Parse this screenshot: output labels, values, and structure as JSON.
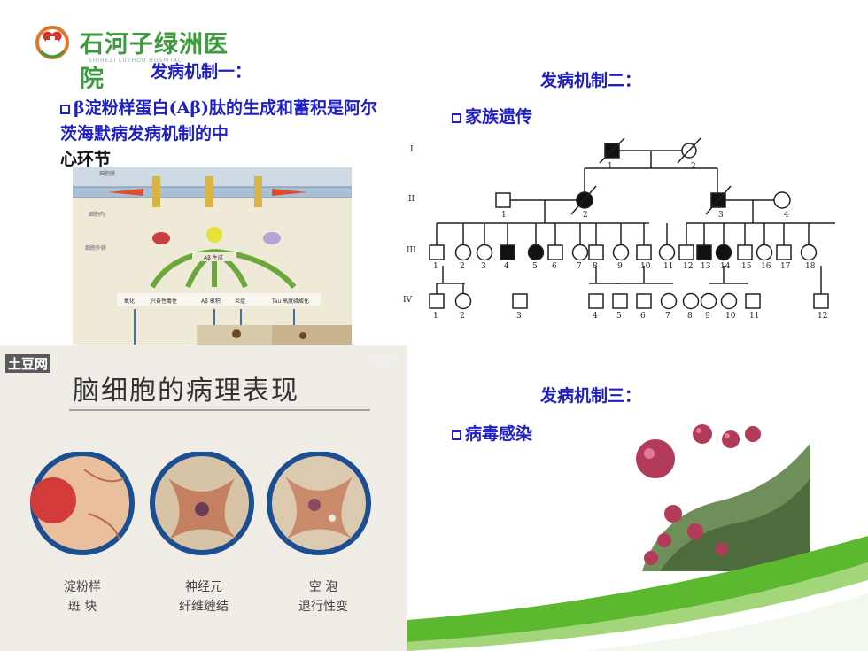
{
  "logo": {
    "name": "石河子绿洲医院",
    "sub": "SHIHEZI LUZHOU HOSPITAL"
  },
  "mech1": {
    "title": "发病机制一：",
    "text_blue": "β淀粉样蛋白(Aβ)肽的生成和蓄积是阿尔茨海默病发病机制的中",
    "text_dark": "心环节"
  },
  "mech2": {
    "title": "发病机制二：",
    "item": "家族遗传"
  },
  "mech3": {
    "title": "发病机制三：",
    "item": "病毒感染"
  },
  "diagram": {
    "labels": [
      "细胞膜",
      "细胞内",
      "细胞外膜"
    ],
    "center": "Aβ 生成",
    "outcomes": [
      "氧化",
      "兴奋性毒性",
      "Aβ 聚积",
      "炎症",
      "Tau 高度磷酸化"
    ]
  },
  "video": {
    "watermark_left": "土豆网",
    "watermark_right": "优酷",
    "title": "脑细胞的病理表现",
    "captions": [
      {
        "line1": "淀粉样",
        "line2": "斑 块"
      },
      {
        "line1": "神经元",
        "line2": "纤维缠结"
      },
      {
        "line1": "空 泡",
        "line2": "退行性变"
      }
    ]
  },
  "pedigree": {
    "generations": [
      "I",
      "II",
      "III",
      "IV"
    ],
    "gen1": [
      "1",
      "2"
    ],
    "gen2": [
      "1",
      "2",
      "3",
      "4"
    ],
    "gen3": [
      "1",
      "2",
      "3",
      "4",
      "5",
      "6",
      "7",
      "8",
      "9",
      "10",
      "11",
      "12",
      "13",
      "14",
      "15",
      "16",
      "17",
      "18"
    ],
    "gen4": [
      "1",
      "2",
      "3",
      "4",
      "5",
      "6",
      "7",
      "8",
      "9",
      "10",
      "11",
      "12"
    ]
  },
  "colors": {
    "accent": "#1f1fc8",
    "brand_green": "#3e9a3e",
    "wave_green": "#5cb82e"
  }
}
